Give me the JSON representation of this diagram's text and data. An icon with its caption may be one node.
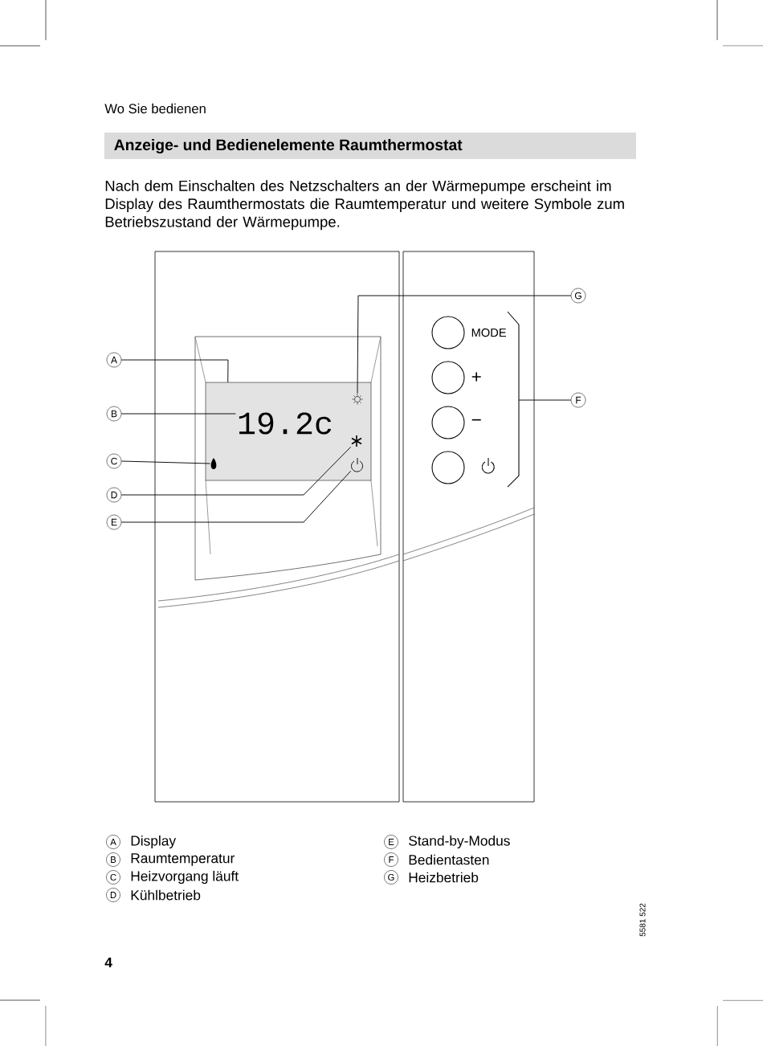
{
  "diagram": {
    "title": "Anzeige- und Bedienelemente Raumthermostat",
    "nodes": [
      {
        "text": [
          "A"
        ]
      },
      {
        "text": [],
        "shape": "box"
      },
      {
        "text": [
          "B"
        ]
      },
      {
        "text": [
          "19.2c"
        ],
        "in": 1
      },
      {
        "text": [
          "C"
        ]
      },
      {
        "text": [],
        "shape": "drop",
        "in": 1
      },
      {
        "text": [
          "D"
        ]
      },
      {
        "text": [],
        "shape": "snowflake",
        "in": 1
      },
      {
        "text": [
          "E"
        ]
      },
      {
        "text": [],
        "shape": "power",
        "in": 1
      },
      {
        "text": [
          "G"
        ]
      },
      {
        "text": [],
        "shape": "sun",
        "in": 1
      },
      {
        "text": [
          "F"
        ]
      },
      {
        "text": [],
        "shape": "circle",
        "beside": [
          "MODE"
        ]
      },
      {
        "text": [],
        "shape": "circle",
        "beside": [
          "+"
        ]
      },
      {
        "text": [],
        "shape": "circle",
        "beside": [
          "−"
        ]
      },
      {
        "text": [],
        "shape": "circle"
      },
      {
        "text": [],
        "shape": "bracket"
      }
    ],
    "edges": [
      {
        "from": 0,
        "to": 1,
        "arrow": "none"
      },
      {
        "from": 2,
        "to": 3,
        "arrow": "none"
      },
      {
        "from": 4,
        "to": 5,
        "arrow": "none"
      },
      {
        "from": 6,
        "to": 7,
        "arrow": "none"
      },
      {
        "from": 8,
        "to": 9,
        "arrow": "none"
      },
      {
        "from": 10,
        "to": 11,
        "arrow": "none"
      },
      {
        "from": 12,
        "to": 17,
        "arrow": "none"
      }
    ],
    "labels": [
      "Wo Sie bedienen",
      "Nach dem Einschalten des Netzschalters an der Wärmepumpe erscheint im Display des Raumthermostats die Raumtemperatur und weitere Symbole zum Betriebszustand der Wärmepumpe.",
      "A",
      "Display",
      "E",
      "Stand-by-Modus",
      "B",
      "Raumtemperatur",
      "F",
      "Bedientasten",
      "C",
      "Heizvorgang läuft",
      "G",
      "Heizbetrieb",
      "D",
      "Kühlbetrieb",
      "5581 522",
      "4"
    ]
  }
}
